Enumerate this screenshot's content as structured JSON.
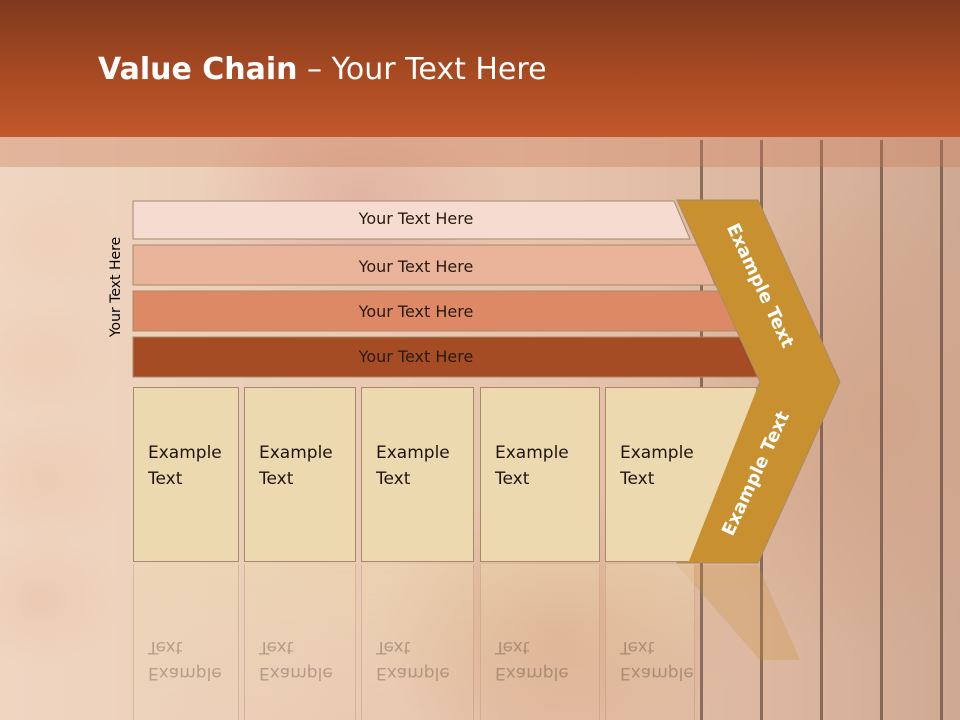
{
  "header": {
    "title_bold": "Value Chain",
    "title_rest": " – Your Text Here"
  },
  "side_label": "Your Text Here",
  "rows": [
    {
      "label": "Your Text Here",
      "color": "#f5dbd0"
    },
    {
      "label": "Your Text Here",
      "color": "#eab49b"
    },
    {
      "label": "Your Text Here",
      "color": "#de8966"
    },
    {
      "label": "Your Text Here",
      "color": "#a64c25"
    }
  ],
  "boxes": [
    {
      "text": "Example\nText"
    },
    {
      "text": "Example\nText"
    },
    {
      "text": "Example\nText"
    },
    {
      "text": "Example\nText"
    },
    {
      "text": "Example\nText"
    }
  ],
  "chevron": {
    "top_label": "Example Text",
    "bottom_label": "Example Text",
    "color": "#c9902f"
  }
}
